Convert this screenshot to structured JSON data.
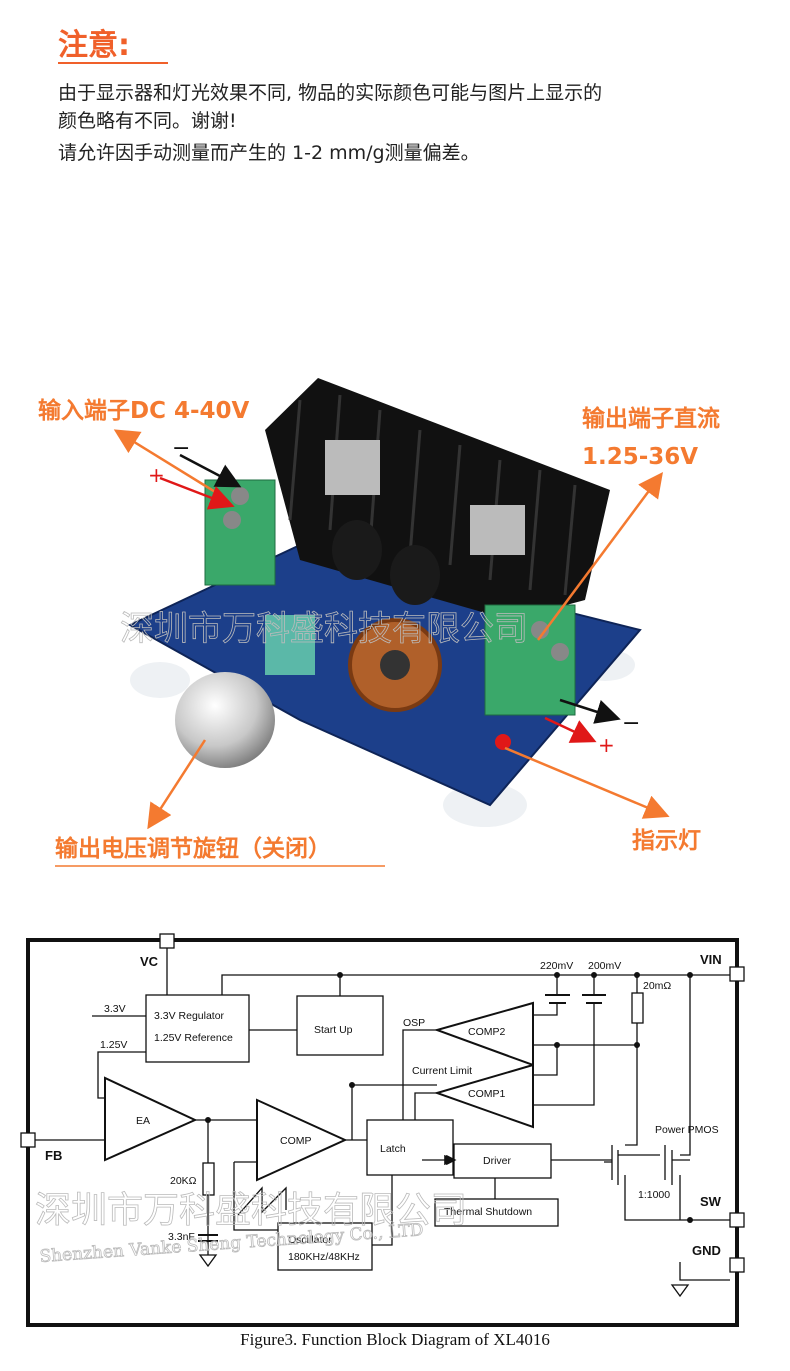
{
  "notice": {
    "title": "注意:",
    "lines": [
      "由于显示器和灯光效果不同, 物品的实际颜色可能与图片上显示的",
      "颜色略有不同。谢谢!",
      "请允许因手动测量而产生的 1-2 mm/g测量偏差。"
    ]
  },
  "photo": {
    "input_label": "输入端子DC  4-40V",
    "output_label_1": "输出端子直流",
    "output_label_2": "1.25-36V",
    "knob_label": "输出电压调节旋钮（关闭）",
    "indicator_label": "指示灯",
    "minus": "−",
    "plus": "+",
    "accent_color": "#f47a30"
  },
  "diagram": {
    "pins": {
      "vc": "VC",
      "fb": "FB",
      "vin": "VIN",
      "sw": "SW",
      "gnd": "GND"
    },
    "regulator_1": "3.3V Regulator",
    "regulator_2": "1.25V Reference",
    "v33": "3.3V",
    "v125": "1.25V",
    "startup": "Start Up",
    "ea": "EA",
    "comp": "COMP",
    "latch": "Latch",
    "oscillator_1": "Oscillator",
    "oscillator_2": "180KHz/48KHz",
    "resistor": "20KΩ",
    "capacitor": "3.3nF",
    "v220": "220mV",
    "v200": "200mV",
    "rsense": "20mΩ",
    "osp": "OSP",
    "comp2": "COMP2",
    "current_limit": "Current Limit",
    "comp1": "COMP1",
    "driver": "Driver",
    "thermal": "Thermal Shutdown",
    "pmos": "Power PMOS",
    "ratio": "1:1000",
    "watermark_cn": "深圳市万科盛科技有限公司",
    "watermark_en": "Shenzhen Vanke Sheng Technology Co., LTD",
    "caption": "Figure3. Function Block Diagram of XL4016"
  }
}
